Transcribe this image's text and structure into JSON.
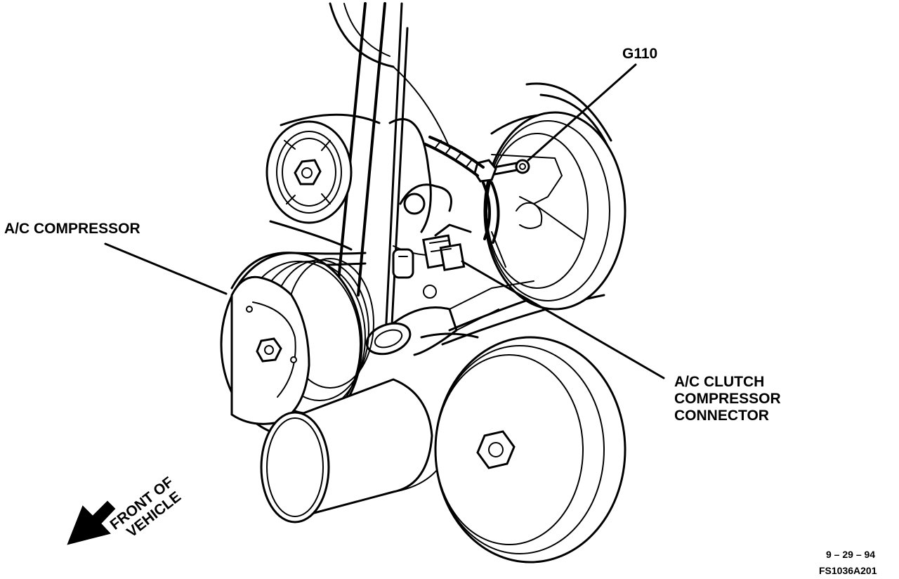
{
  "labels": {
    "g110": "G110",
    "ac_compressor": "A/C COMPRESSOR",
    "ac_clutch_line1": "A/C CLUTCH",
    "ac_clutch_line2": "COMPRESSOR",
    "ac_clutch_line3": "CONNECTOR",
    "front_line1": "FRONT OF",
    "front_line2": "VEHICLE",
    "date": "9 – 29 – 94",
    "figure_id": "FS1036A201"
  }
}
